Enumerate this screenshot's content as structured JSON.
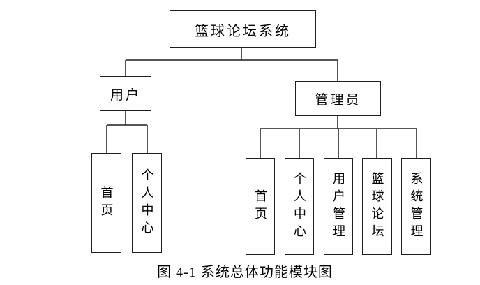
{
  "diagram": {
    "root": {
      "label": "篮球论坛系统"
    },
    "branches": [
      {
        "label": "用户",
        "children": [
          {
            "label": "首页"
          },
          {
            "label": "个人中心"
          }
        ]
      },
      {
        "label": "管理员",
        "children": [
          {
            "label": "首页"
          },
          {
            "label": "个人中心"
          },
          {
            "label": "用户管理"
          },
          {
            "label": "篮球论坛"
          },
          {
            "label": "系统管理"
          }
        ]
      }
    ],
    "caption": "图 4-1 系统总体功能模块图"
  },
  "colors": {
    "background": "#ffffff",
    "line": "#1f1f1f",
    "text": "#000000"
  }
}
